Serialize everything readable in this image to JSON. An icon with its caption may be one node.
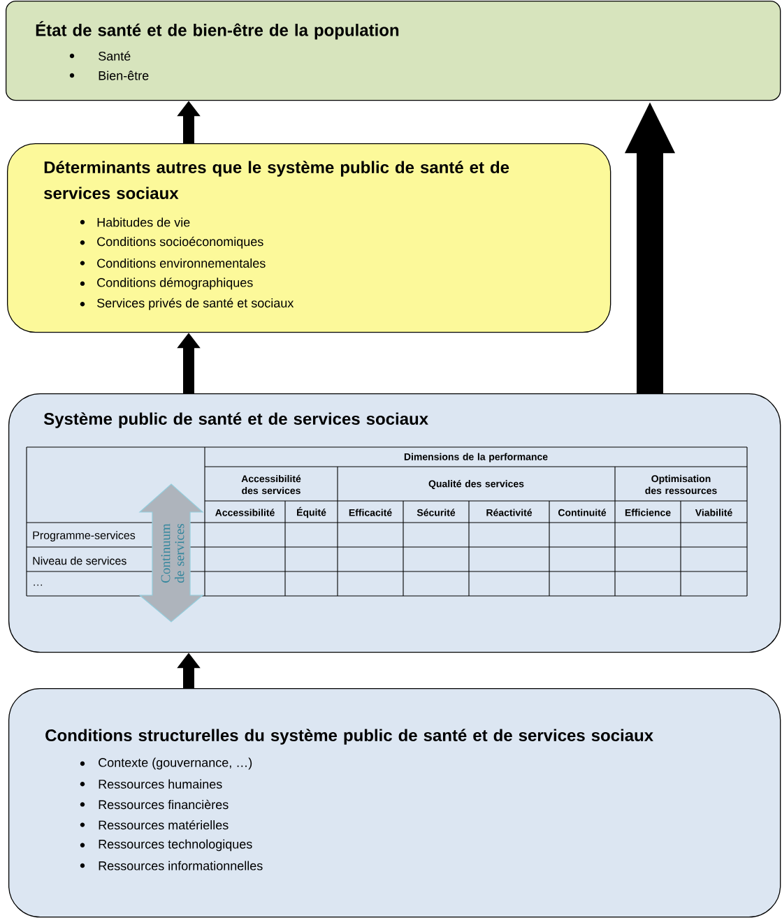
{
  "diagram": {
    "nodes": [
      {
        "text": [
          "État de santé et de bien-être de la population",
          "Santé",
          "Bien-être"
        ]
      },
      {
        "text": [
          "Déterminants autres que le système public de santé et de services sociaux",
          "Habitudes de vie",
          "Conditions socioéconomiques",
          "Conditions environnementales",
          "Conditions démographiques",
          "Services privés de santé et sociaux"
        ]
      },
      {
        "text": [
          "Système public de santé et de services sociaux"
        ]
      },
      {
        "text": [
          "Continuum de services"
        ],
        "in": 2
      },
      {
        "text": [
          "Conditions structurelles du système public de santé et de services sociaux",
          "Contexte (gouvernance, …)",
          "Ressources humaines",
          "Ressources financières",
          "Ressources matérielles",
          "Ressources technologiques",
          "Ressources informationnelles"
        ]
      }
    ],
    "edges": [
      {
        "from": 1,
        "to": 0,
        "arrow": "to"
      },
      {
        "from": 2,
        "to": 1,
        "arrow": "to"
      },
      {
        "from": 2,
        "to": 0,
        "arrow": "to",
        "style": "thick"
      },
      {
        "from": 4,
        "to": 2,
        "arrow": "to"
      }
    ],
    "labels": [
      "Dimensions de la performance",
      "Accessibilité des services",
      "Qualité des services",
      "Optimisation des ressources",
      "Accessibilité",
      "Équité",
      "Efficacité",
      "Sécurité",
      "Réactivité",
      "Continuité",
      "Efficience",
      "Viabilité",
      "Programme-services",
      "Niveau de services",
      "…"
    ]
  }
}
